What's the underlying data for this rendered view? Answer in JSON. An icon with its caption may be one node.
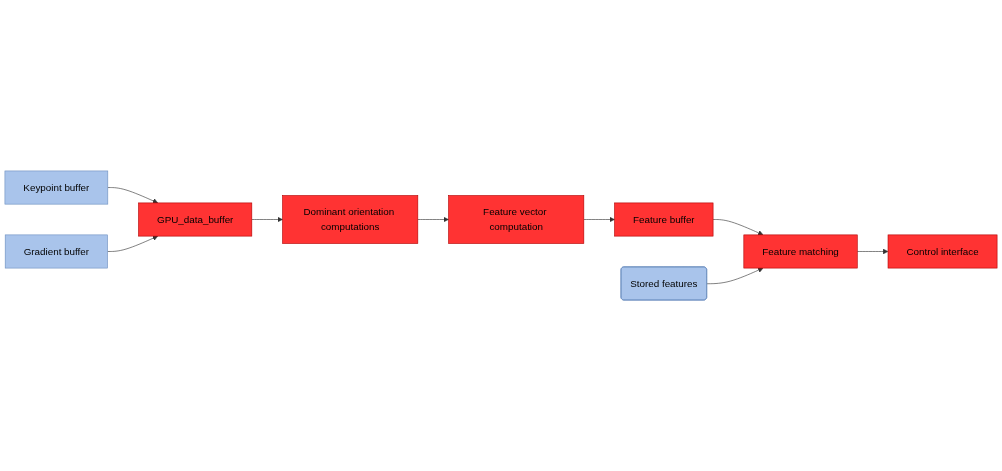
{
  "diagram": {
    "nodes": [
      {
        "text": [
          "Keypoint buffer"
        ]
      },
      {
        "text": [
          "Gradient buffer"
        ]
      },
      {
        "text": [
          "GPU_data_buffer"
        ]
      },
      {
        "text": [
          "Dominant orientation computations"
        ]
      },
      {
        "text": [
          "Feature vector computation"
        ]
      },
      {
        "text": [
          "Stored features"
        ]
      },
      {
        "text": [
          "Feature matching"
        ]
      },
      {
        "text": [
          "Feature buffer"
        ]
      },
      {
        "text": [
          "Control interface"
        ]
      }
    ],
    "edges": [
      {
        "from": 0,
        "to": 2,
        "arrow": "to"
      },
      {
        "from": 1,
        "to": 2,
        "arrow": "to"
      },
      {
        "from": 2,
        "to": 3,
        "arrow": "to"
      },
      {
        "from": 3,
        "to": 4,
        "arrow": "to"
      },
      {
        "from": 4,
        "to": 7,
        "arrow": "to"
      },
      {
        "from": 7,
        "to": 6,
        "arrow": "to"
      },
      {
        "from": 5,
        "to": 6,
        "arrow": "to"
      },
      {
        "from": 6,
        "to": 8,
        "arrow": "to"
      }
    ]
  }
}
